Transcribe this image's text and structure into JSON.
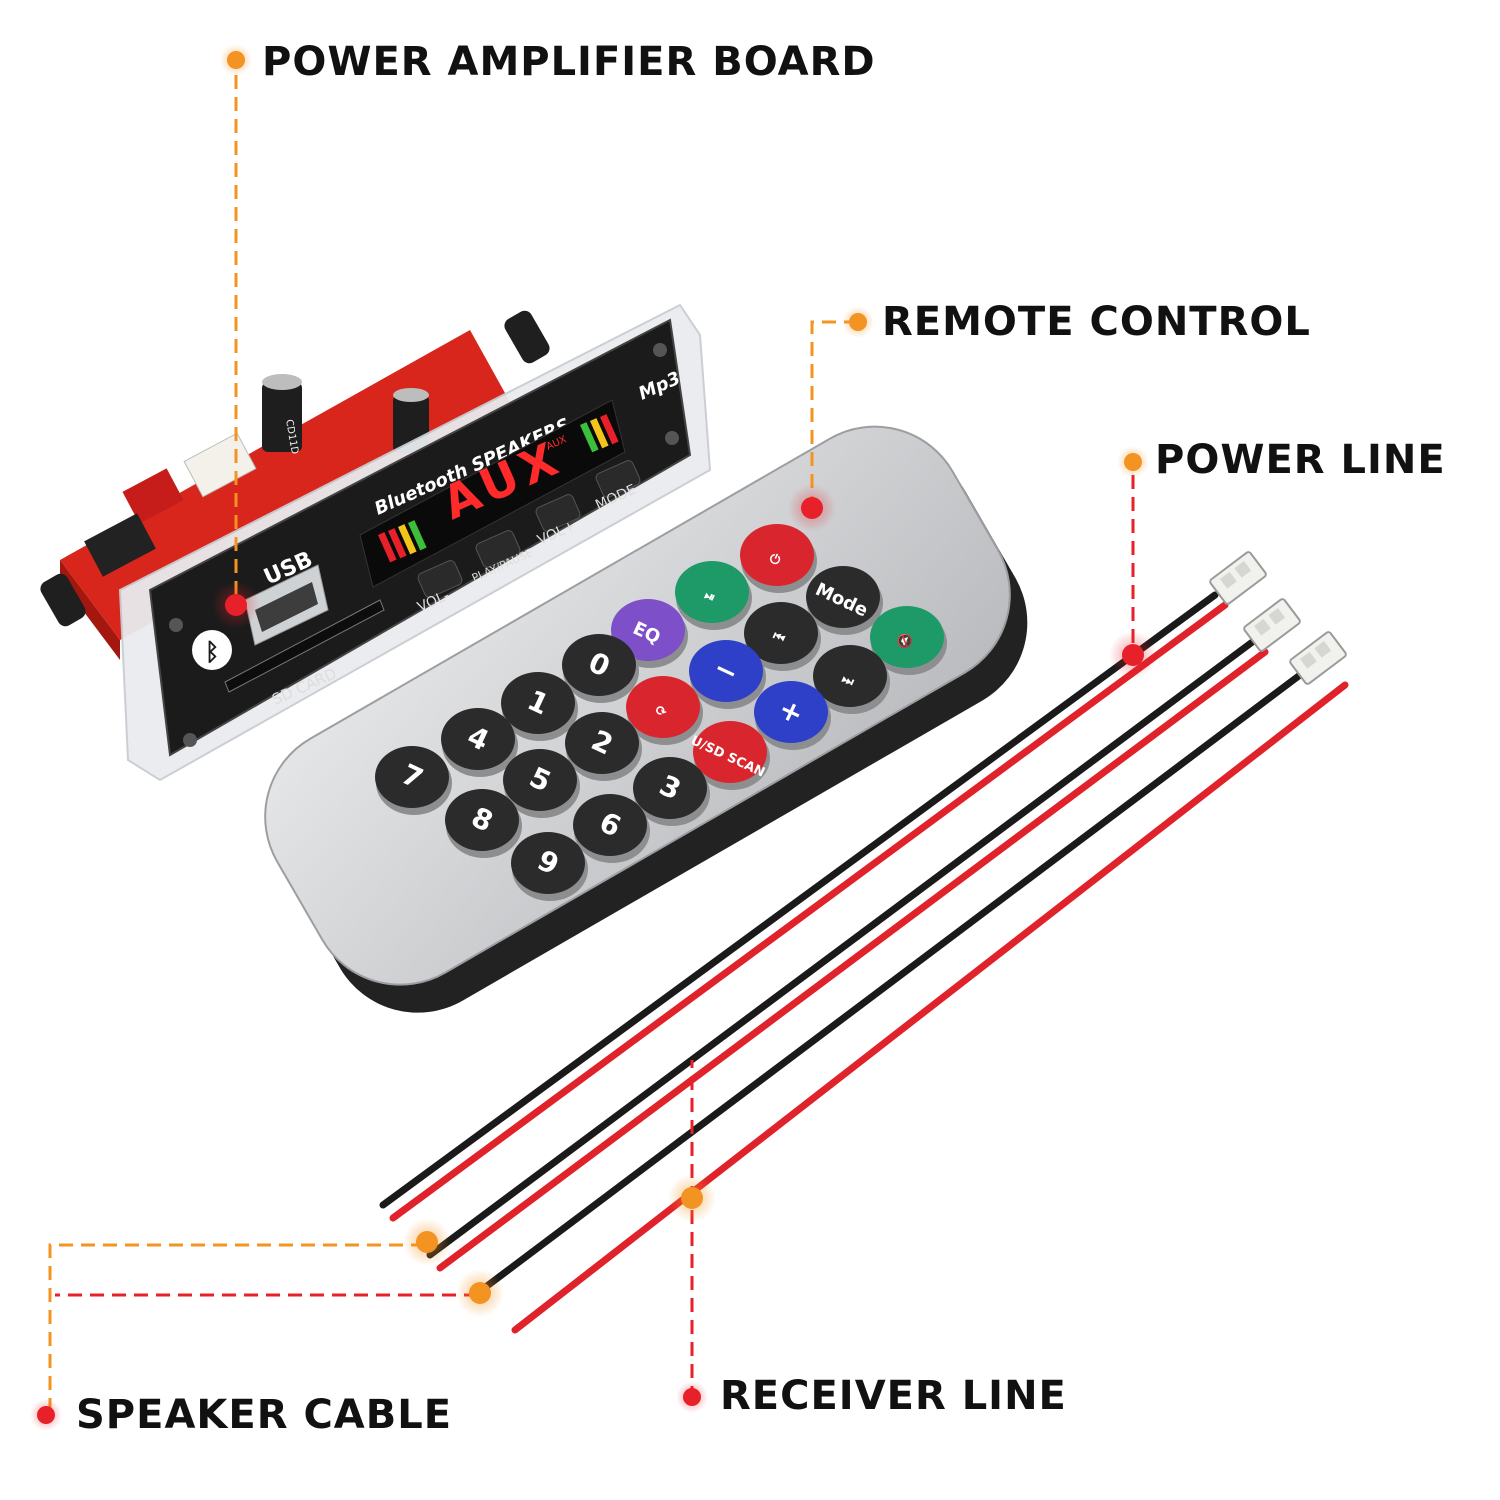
{
  "callouts": {
    "power_amplifier_board": "POWER AMPLIFIER BOARD",
    "remote_control": "REMOTE CONTROL",
    "power_line": "POWER LINE",
    "speaker_cable": "SPEAKER CABLE",
    "receiver_line": "RECEIVER LINE"
  },
  "colors": {
    "orange": "#f39321",
    "red": "#e8202a",
    "board_red": "#d9261c",
    "panel_black": "#1b1b1b",
    "remote_silver": "#cfd0d2",
    "button_black": "#2b2b2b",
    "button_purple": "#7d4fc9",
    "button_blue": "#2e3fc8",
    "button_green": "#1d9a68",
    "button_red": "#d9262e"
  },
  "panel": {
    "usb_label": "USB",
    "brand_text": "Bluetooth SPEAKERS",
    "model_text": "Mp3",
    "display_text": "AUX",
    "display_badge": "AUX",
    "sd_label": "SD CARD",
    "button_labels": [
      "VOL-",
      "PLAY/PAUSE",
      "VOL+",
      "MODE"
    ],
    "capacitor_text": "CD11D"
  },
  "remote": {
    "buttons": [
      {
        "label": "power-icon",
        "color": "red"
      },
      {
        "label": "play-pause-icon",
        "color": "green"
      },
      {
        "label": "Mode",
        "color": "black"
      },
      {
        "label": "EQ",
        "color": "purple"
      },
      {
        "label": "prev-icon",
        "color": "black"
      },
      {
        "label": "mute-icon",
        "color": "green"
      },
      {
        "label": "0",
        "color": "black"
      },
      {
        "label": "−",
        "color": "blue"
      },
      {
        "label": "next-icon",
        "color": "black"
      },
      {
        "label": "1",
        "color": "black"
      },
      {
        "label": "repeat-icon",
        "color": "red"
      },
      {
        "label": "+",
        "color": "blue"
      },
      {
        "label": "4",
        "color": "black"
      },
      {
        "label": "2",
        "color": "black"
      },
      {
        "label": "U/SD SCAN",
        "color": "red"
      },
      {
        "label": "7",
        "color": "black"
      },
      {
        "label": "5",
        "color": "black"
      },
      {
        "label": "3",
        "color": "black"
      },
      {
        "label": "8",
        "color": "black"
      },
      {
        "label": "6",
        "color": "black"
      },
      {
        "label": "9",
        "color": "black"
      }
    ]
  }
}
